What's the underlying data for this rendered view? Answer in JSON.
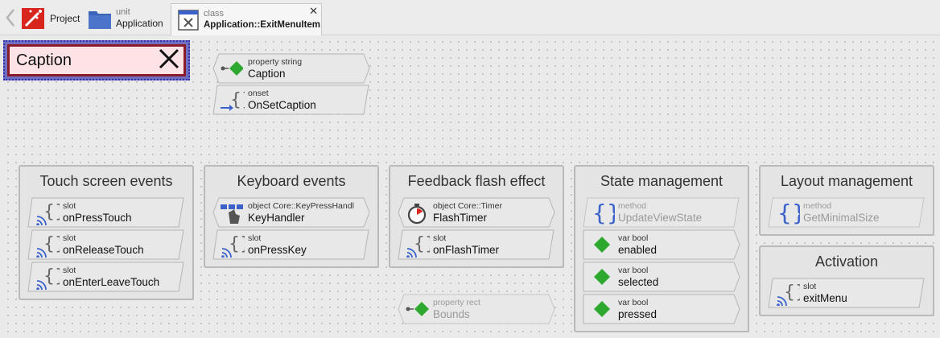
{
  "breadcrumb": {
    "project": {
      "main": "Project"
    },
    "unit": {
      "sub": "unit",
      "main": "Application"
    },
    "class": {
      "sub": "class",
      "main": "Application::ExitMenuItem"
    }
  },
  "selection": {
    "label": "Caption"
  },
  "members": {
    "caption_property": {
      "kind": "property string",
      "name": "Caption"
    },
    "onset": {
      "kind": "onset",
      "name": "OnSetCaption"
    },
    "on_press_touch": {
      "kind": "slot",
      "name": "onPressTouch"
    },
    "on_release_touch": {
      "kind": "slot",
      "name": "onReleaseTouch"
    },
    "on_enter_leave_touch": {
      "kind": "slot",
      "name": "onEnterLeaveTouch"
    },
    "key_handler": {
      "kind": "object Core::KeyPressHandl",
      "name": "KeyHandler"
    },
    "on_press_key": {
      "kind": "slot",
      "name": "onPressKey"
    },
    "flash_timer": {
      "kind": "object Core::Timer",
      "name": "FlashTimer"
    },
    "on_flash_timer": {
      "kind": "slot",
      "name": "onFlashTimer"
    },
    "bounds": {
      "kind": "property rect",
      "name": "Bounds"
    },
    "update_view_state": {
      "kind": "method",
      "name": "UpdateViewState"
    },
    "enabled": {
      "kind": "var bool",
      "name": "enabled"
    },
    "selected": {
      "kind": "var bool",
      "name": "selected"
    },
    "pressed": {
      "kind": "var bool",
      "name": "pressed"
    },
    "get_minimal_size": {
      "kind": "method",
      "name": "GetMinimalSize"
    },
    "exit_menu": {
      "kind": "slot",
      "name": "exitMenu"
    }
  },
  "groups": {
    "touch": {
      "title": "Touch screen events"
    },
    "keyboard": {
      "title": "Keyboard events"
    },
    "feedback": {
      "title": "Feedback flash effect"
    },
    "state": {
      "title": "State management"
    },
    "layout": {
      "title": "Layout management"
    },
    "activation": {
      "title": "Activation"
    }
  },
  "colors": {
    "accent_green": "#2ea82e",
    "accent_blue": "#3a62c8",
    "selection_border": "#8b1b2a"
  }
}
